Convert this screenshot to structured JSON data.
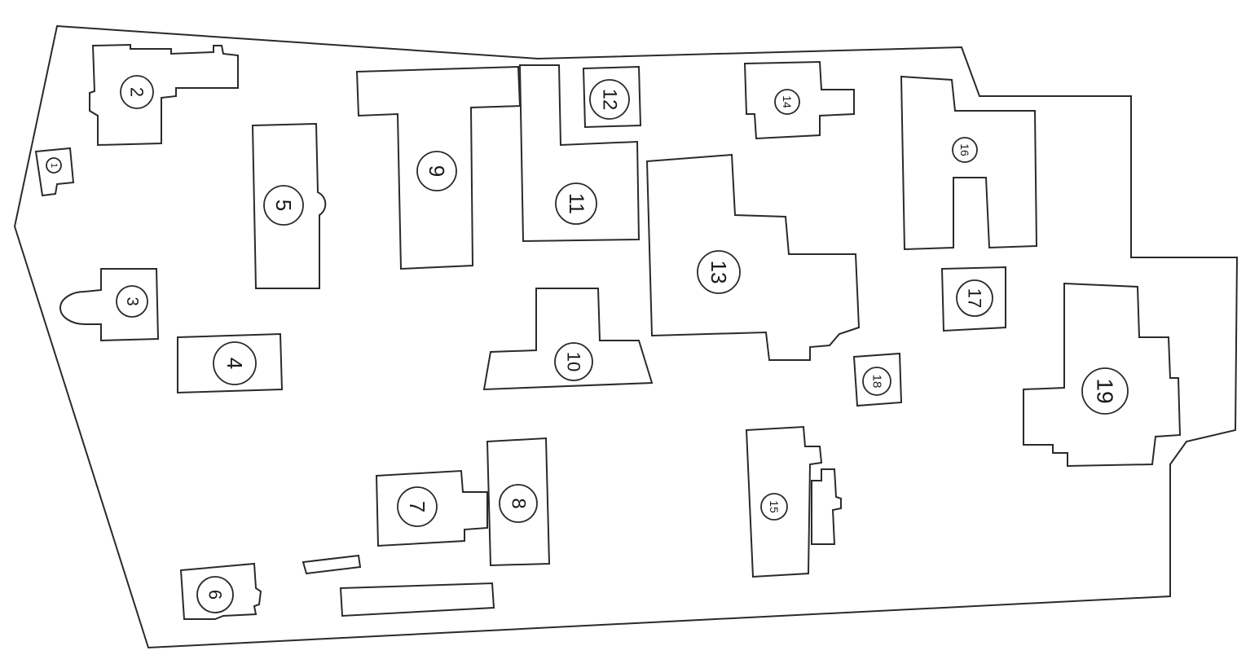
{
  "buildings": [
    {
      "id": "1",
      "label": "1"
    },
    {
      "id": "2",
      "label": "2"
    },
    {
      "id": "3",
      "label": "3"
    },
    {
      "id": "4",
      "label": "4"
    },
    {
      "id": "5",
      "label": "5"
    },
    {
      "id": "6",
      "label": "6"
    },
    {
      "id": "7",
      "label": "7"
    },
    {
      "id": "8",
      "label": "8"
    },
    {
      "id": "9",
      "label": "9"
    },
    {
      "id": "10",
      "label": "10"
    },
    {
      "id": "11",
      "label": "11"
    },
    {
      "id": "12",
      "label": "12"
    },
    {
      "id": "13",
      "label": "13"
    },
    {
      "id": "14",
      "label": "14"
    },
    {
      "id": "15",
      "label": "15"
    },
    {
      "id": "16",
      "label": "16"
    },
    {
      "id": "17",
      "label": "17"
    },
    {
      "id": "18",
      "label": "18"
    },
    {
      "id": "19",
      "label": "19"
    }
  ],
  "colors": {
    "stroke": "#2a2a2a",
    "background": "#ffffff"
  }
}
